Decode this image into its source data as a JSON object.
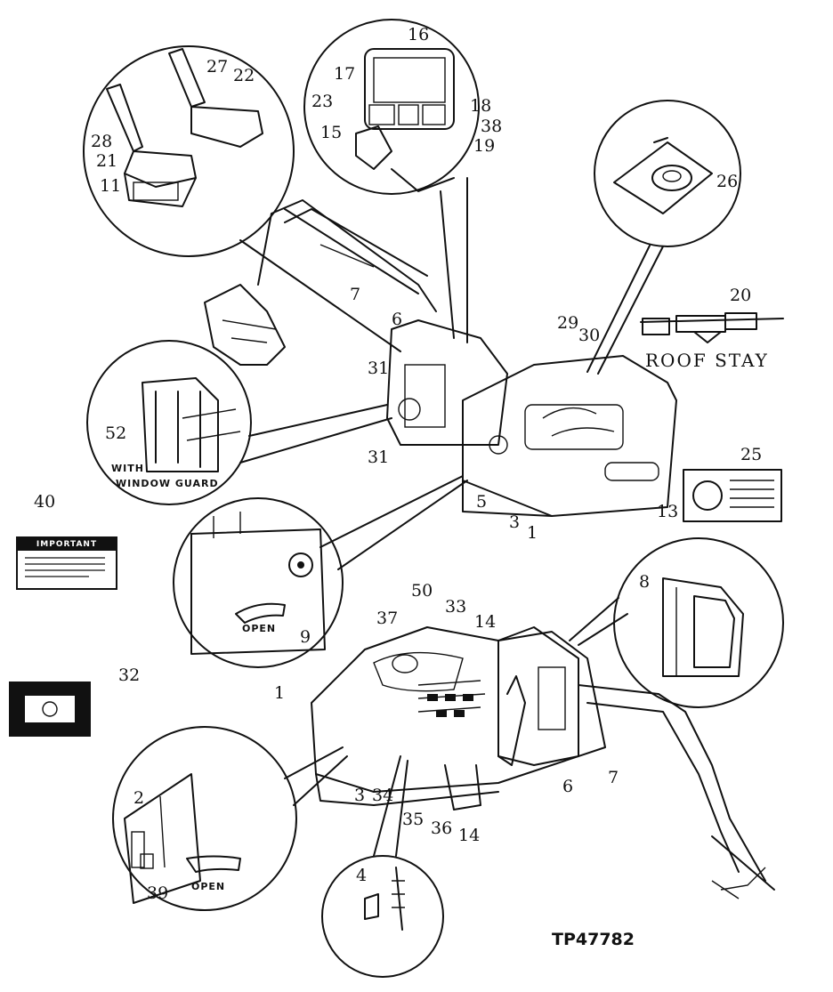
{
  "labels": {
    "l1a": "1",
    "l1b": "1",
    "l2": "2",
    "l3a": "3",
    "l3b": "3",
    "l4": "4",
    "l5": "5",
    "l6a": "6",
    "l6b": "6",
    "l7a": "7",
    "l7b": "7",
    "l8": "8",
    "l9": "9",
    "l11": "11",
    "l13": "13",
    "l14a": "14",
    "l14b": "14",
    "l15": "15",
    "l16": "16",
    "l17": "17",
    "l18": "18",
    "l19": "19",
    "l20": "20",
    "l21": "21",
    "l22": "22",
    "l23": "23",
    "l25": "25",
    "l26": "26",
    "l27": "27",
    "l28": "28",
    "l29": "29",
    "l30": "30",
    "l31a": "31",
    "l31b": "31",
    "l32": "32",
    "l33": "33",
    "l34": "34",
    "l35": "35",
    "l36": "36",
    "l37": "37",
    "l38": "38",
    "l39": "39",
    "l40": "40",
    "l50": "50",
    "l52": "52"
  },
  "captions": {
    "roof_stay": "ROOF STAY",
    "with_window_guard_line1": "WITH",
    "with_window_guard_line2": "WINDOW GUARD",
    "open_upper": "OPEN",
    "open_lower": "OPEN",
    "important": "IMPORTANT",
    "reference": "TP47782"
  }
}
